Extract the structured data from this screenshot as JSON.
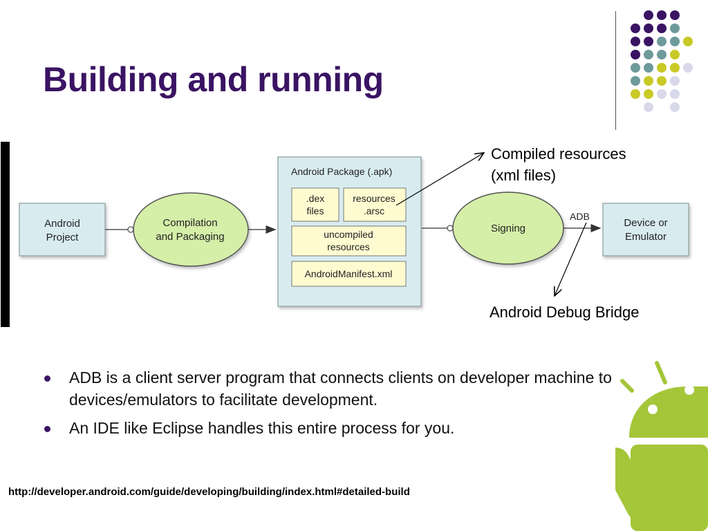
{
  "slide": {
    "title": "Building and running",
    "source_link": "http://developer.android.com/guide/developing/building/index.html#detailed-build"
  },
  "diagram": {
    "android_project": [
      "Android",
      "Project"
    ],
    "compilation": [
      "Compilation",
      "and Packaging"
    ],
    "package_title": "Android Package (.apk)",
    "dex": [
      ".dex",
      "files"
    ],
    "resources_arsc": [
      "resources",
      ".arsc"
    ],
    "uncompiled": [
      "uncompiled",
      "resources"
    ],
    "manifest": "AndroidManifest.xml",
    "signing": "Signing",
    "adb": "ADB",
    "device": [
      "Device or",
      "Emulator"
    ]
  },
  "callouts": {
    "compiled_resources": [
      "Compiled resources",
      "(xml files)"
    ],
    "debug_bridge": "Android Debug Bridge"
  },
  "bullets": [
    "ADB is a client server program that connects clients on developer machine to devices/emulators to facilitate development.",
    "An IDE like Eclipse handles this entire process for you."
  ],
  "colors": {
    "title": "#3a1463",
    "box_fill": "#d8ecf0",
    "ellipse_fill": "#d5eea8",
    "inner_fill": "#fffbd0",
    "dot_purple": "#3a1463",
    "dot_teal": "#6e9a9c",
    "dot_yellow": "#c9c926",
    "dot_lavender": "#d8d8ea",
    "android_green": "#a4c639"
  },
  "icons": [
    "android-robot-icon",
    "decorative-dot-grid"
  ]
}
